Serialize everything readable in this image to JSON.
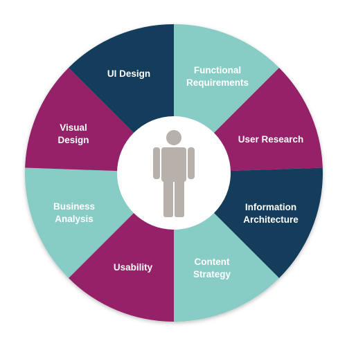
{
  "diagram": {
    "colors": {
      "teal": "#87ccc5",
      "plum": "#952169",
      "navy": "#143d5b",
      "hub": "#ffffff",
      "person": "#b8b0aa"
    },
    "segments": [
      {
        "id": "ui-design",
        "label_lines": [
          "UI Design"
        ],
        "color": "teal"
      },
      {
        "id": "functional-requirements",
        "label_lines": [
          "Functional",
          "Requirements"
        ],
        "color": "plum"
      },
      {
        "id": "user-research",
        "label_lines": [
          "User Research"
        ],
        "color": "navy"
      },
      {
        "id": "information-architecture",
        "label_lines": [
          "Information",
          "Architecture"
        ],
        "color": "teal"
      },
      {
        "id": "content-strategy",
        "label_lines": [
          "Content",
          "Strategy"
        ],
        "color": "plum"
      },
      {
        "id": "usability",
        "label_lines": [
          "Usability"
        ],
        "color": "teal"
      },
      {
        "id": "business-analysis",
        "label_lines": [
          "Business",
          "Analysis"
        ],
        "color": "plum"
      },
      {
        "id": "visual-design",
        "label_lines": [
          "Visual",
          "Design"
        ],
        "color": "navy"
      }
    ],
    "center_icon": "person-icon"
  }
}
